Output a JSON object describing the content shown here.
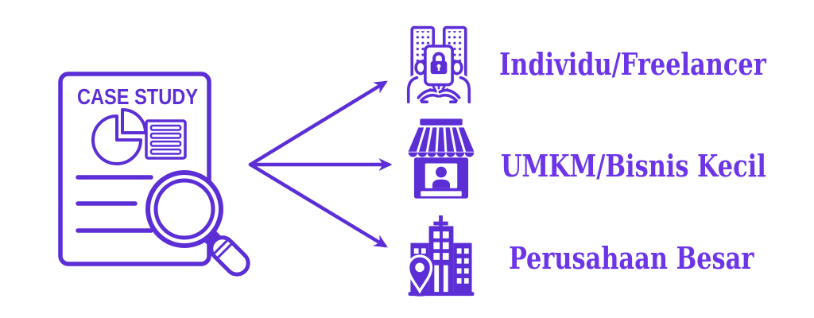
{
  "colors": {
    "background": "#ffffff",
    "accent": "#5c2ed6",
    "label_text": "#6d35e8"
  },
  "document": {
    "title": "CASE STUDY",
    "icon": "case-study-report-magnifier-icon"
  },
  "targets": [
    {
      "icon": "buildings-user-lock-icon",
      "label": "Individu/Freelancer"
    },
    {
      "icon": "storefront-icon",
      "label": "UMKM/Bisnis Kecil"
    },
    {
      "icon": "office-buildings-location-pin-icon",
      "label": "Perusahaan Besar"
    }
  ]
}
